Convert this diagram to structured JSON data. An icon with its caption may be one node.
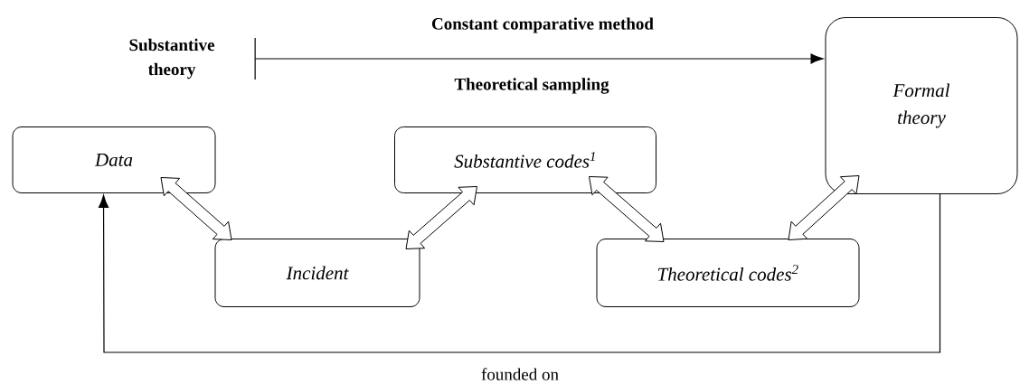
{
  "diagram": {
    "nodes": [
      {
        "text": [
          "Substantive theory"
        ]
      },
      {
        "text": [
          "Formal theory"
        ]
      },
      {
        "text": [
          "Data"
        ]
      },
      {
        "text": [
          "Substantive codes$^{1}$"
        ]
      },
      {
        "text": [
          "Incident"
        ]
      },
      {
        "text": [
          "Theoretical codes$^{2}$"
        ]
      }
    ],
    "edges": [
      {
        "from": 0,
        "to": 1,
        "arrow": "to",
        "label": "Constant comparative method"
      },
      {
        "from": 1,
        "to": 2,
        "arrow": "to",
        "label": "founded on"
      },
      {
        "from": 2,
        "to": 4,
        "arrow": "both",
        "style": "thick"
      },
      {
        "from": 4,
        "to": 3,
        "arrow": "both",
        "style": "thick"
      },
      {
        "from": 3,
        "to": 5,
        "arrow": "both",
        "style": "thick"
      },
      {
        "from": 5,
        "to": 1,
        "arrow": "both",
        "style": "thick"
      }
    ],
    "labels": [
      "Theoretical sampling"
    ]
  }
}
